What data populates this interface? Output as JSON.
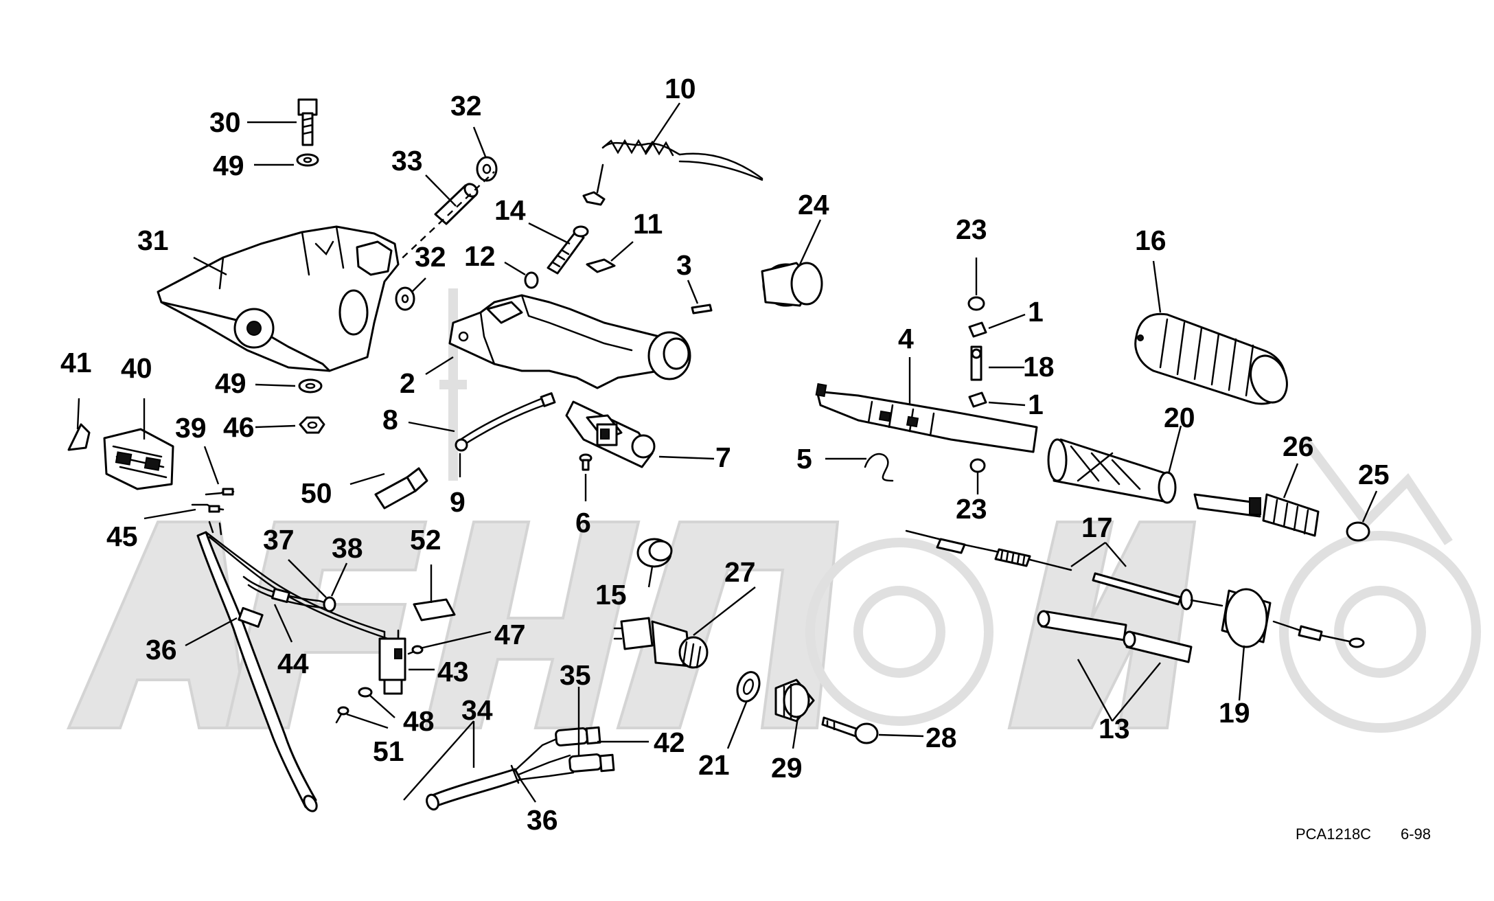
{
  "diagram": {
    "footer_code": "PCA1218C",
    "footer_date": "6-98",
    "labels": [
      "30",
      "49",
      "32",
      "33",
      "10",
      "14",
      "11",
      "24",
      "23",
      "16",
      "31",
      "12",
      "32",
      "3",
      "1",
      "4",
      "18",
      "2",
      "41",
      "40",
      "49",
      "46",
      "39",
      "8",
      "7",
      "1",
      "20",
      "26",
      "25",
      "5",
      "23",
      "50",
      "9",
      "6",
      "45",
      "17",
      "37",
      "38",
      "52",
      "27",
      "15",
      "36",
      "44",
      "47",
      "43",
      "48",
      "35",
      "34",
      "42",
      "21",
      "29",
      "28",
      "13",
      "19",
      "51",
      "36"
    ]
  }
}
